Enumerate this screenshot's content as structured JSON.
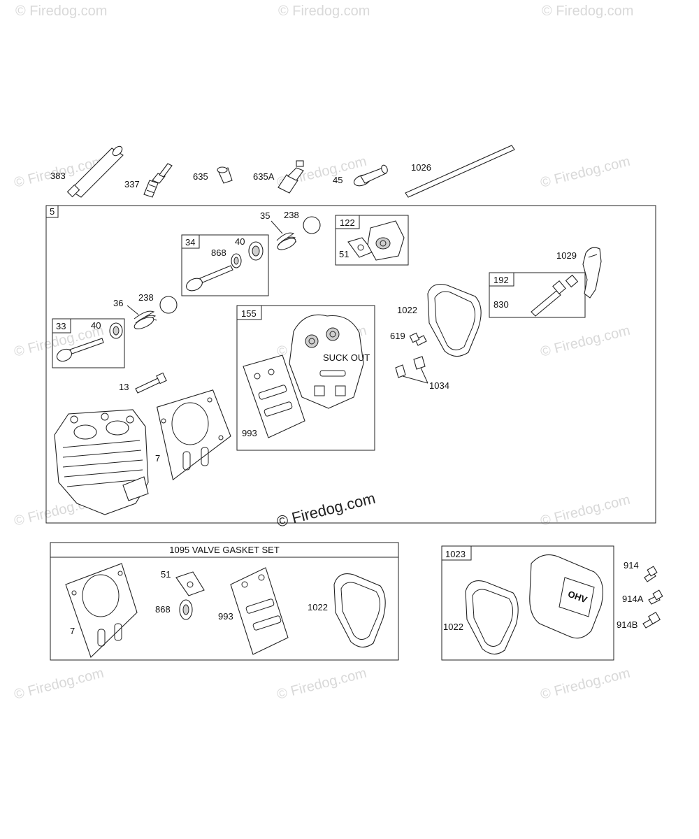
{
  "watermarks": {
    "corner_text": "© Firedog.com",
    "center_text": "© Firedog.com"
  },
  "frames": {
    "main_group": "5",
    "valve_33": "33",
    "valve_34": "34",
    "breather_122": "122",
    "gasket_kit_155": "155",
    "rocker_192": "192",
    "valve_gasket_set_title": "1095 VALVE GASKET SET",
    "cover_1023": "1023"
  },
  "labels": {
    "p383": "383",
    "p337": "337",
    "p635": "635",
    "p635A": "635A",
    "p45": "45",
    "p1026": "1026",
    "p35": "35",
    "p238a": "238",
    "p868a": "868",
    "p40a": "40",
    "p51a": "51",
    "p36": "36",
    "p238b": "238",
    "p40b": "40",
    "p1029": "1029",
    "p1022a": "1022",
    "p830": "830",
    "p619": "619",
    "p1034": "1034",
    "p13": "13",
    "p993a": "993",
    "p7a": "7",
    "p51b": "51",
    "p868b": "868",
    "p993b": "993",
    "p1022b": "1022",
    "p7b": "7",
    "p914": "914",
    "p914A": "914A",
    "p914B": "914B",
    "p1022c": "1022"
  },
  "stamps": {
    "cover_logo": "OHV",
    "gasket_mark": "SUCK OUT"
  }
}
